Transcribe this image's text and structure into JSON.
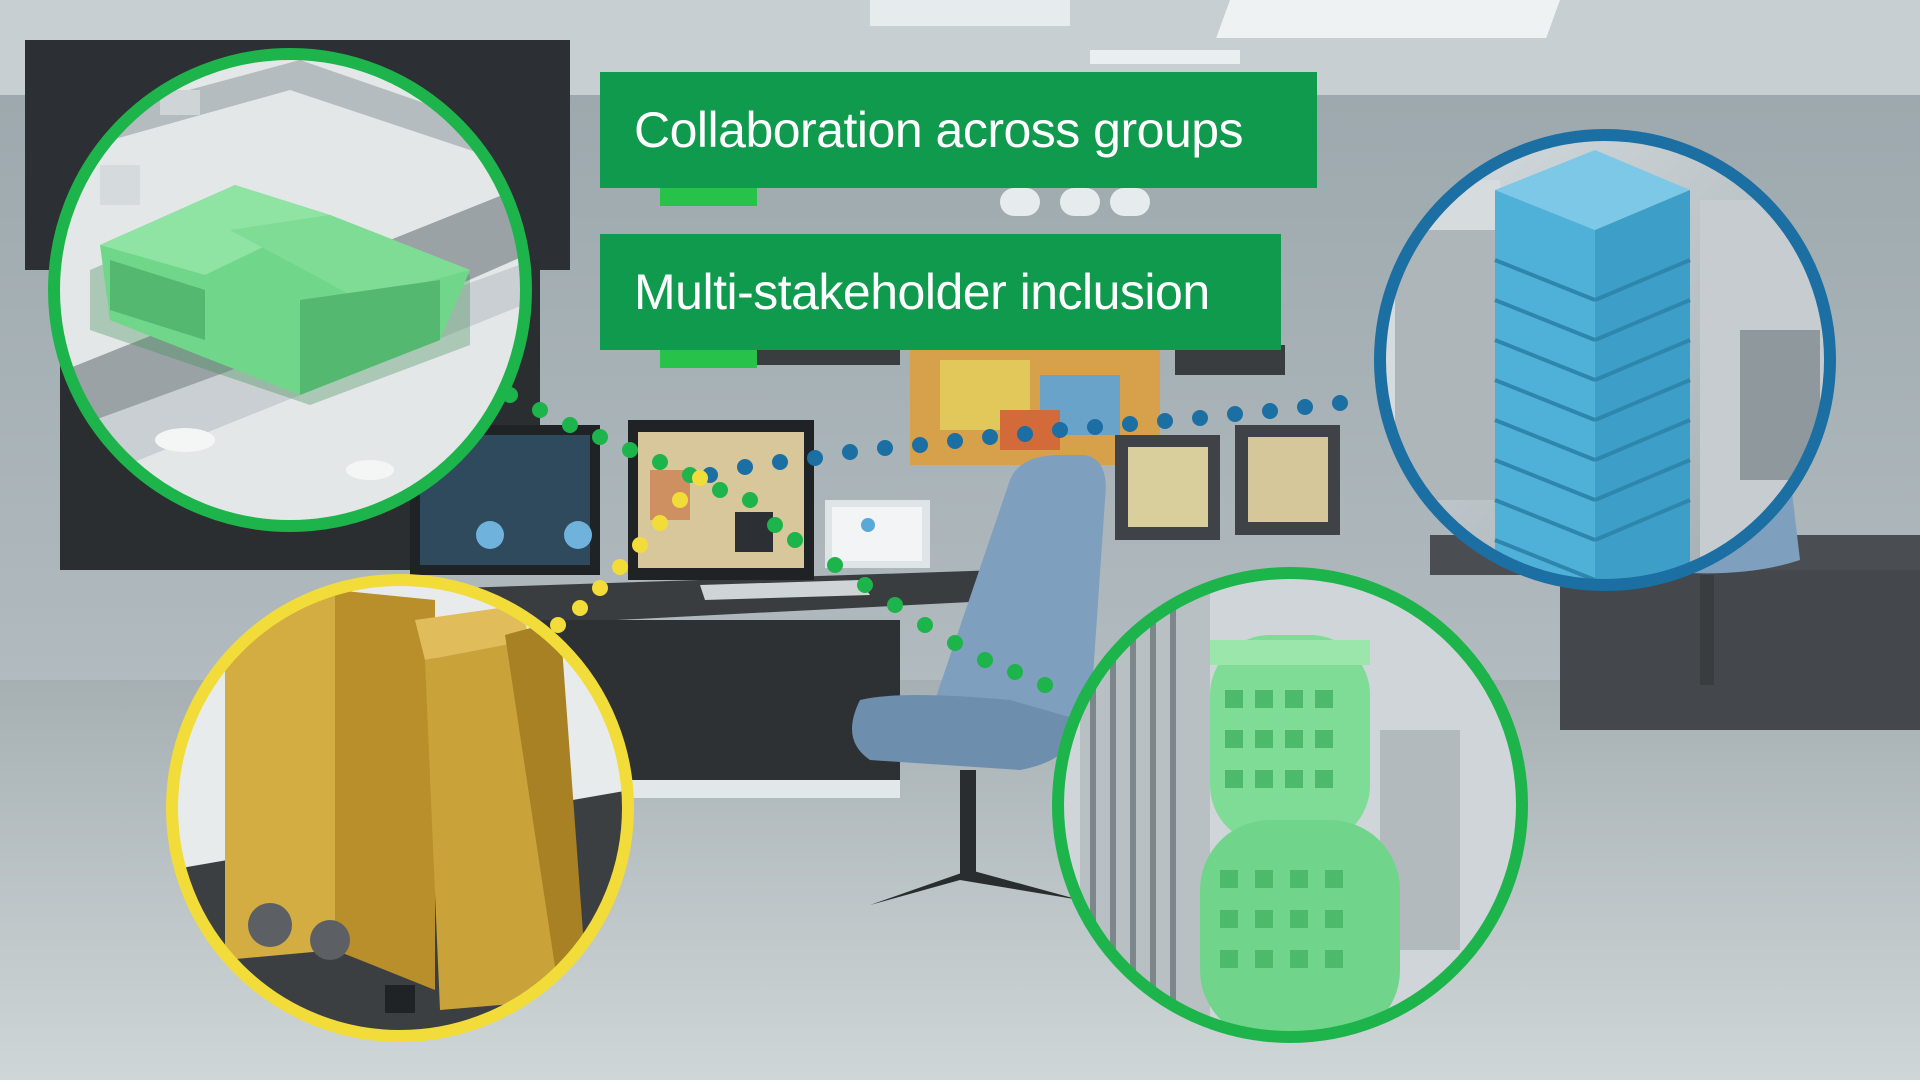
{
  "headline_1": "Collaboration across groups",
  "headline_2": "Multi-stakeholder inclusion",
  "colors": {
    "banner": "#0f9a4e",
    "banner_tab": "#27c24a",
    "circle_green": "#1db44b",
    "circle_blue": "#1b6fa3",
    "circle_yellow": "#f2dc3a",
    "building_green": "#6fd68a",
    "building_blue": "#5ab8dc",
    "building_gold": "#caa23a"
  },
  "icons": [
    "green-building-circle",
    "blue-tower-circle",
    "gold-tower-circle",
    "green-round-tower-circle"
  ]
}
